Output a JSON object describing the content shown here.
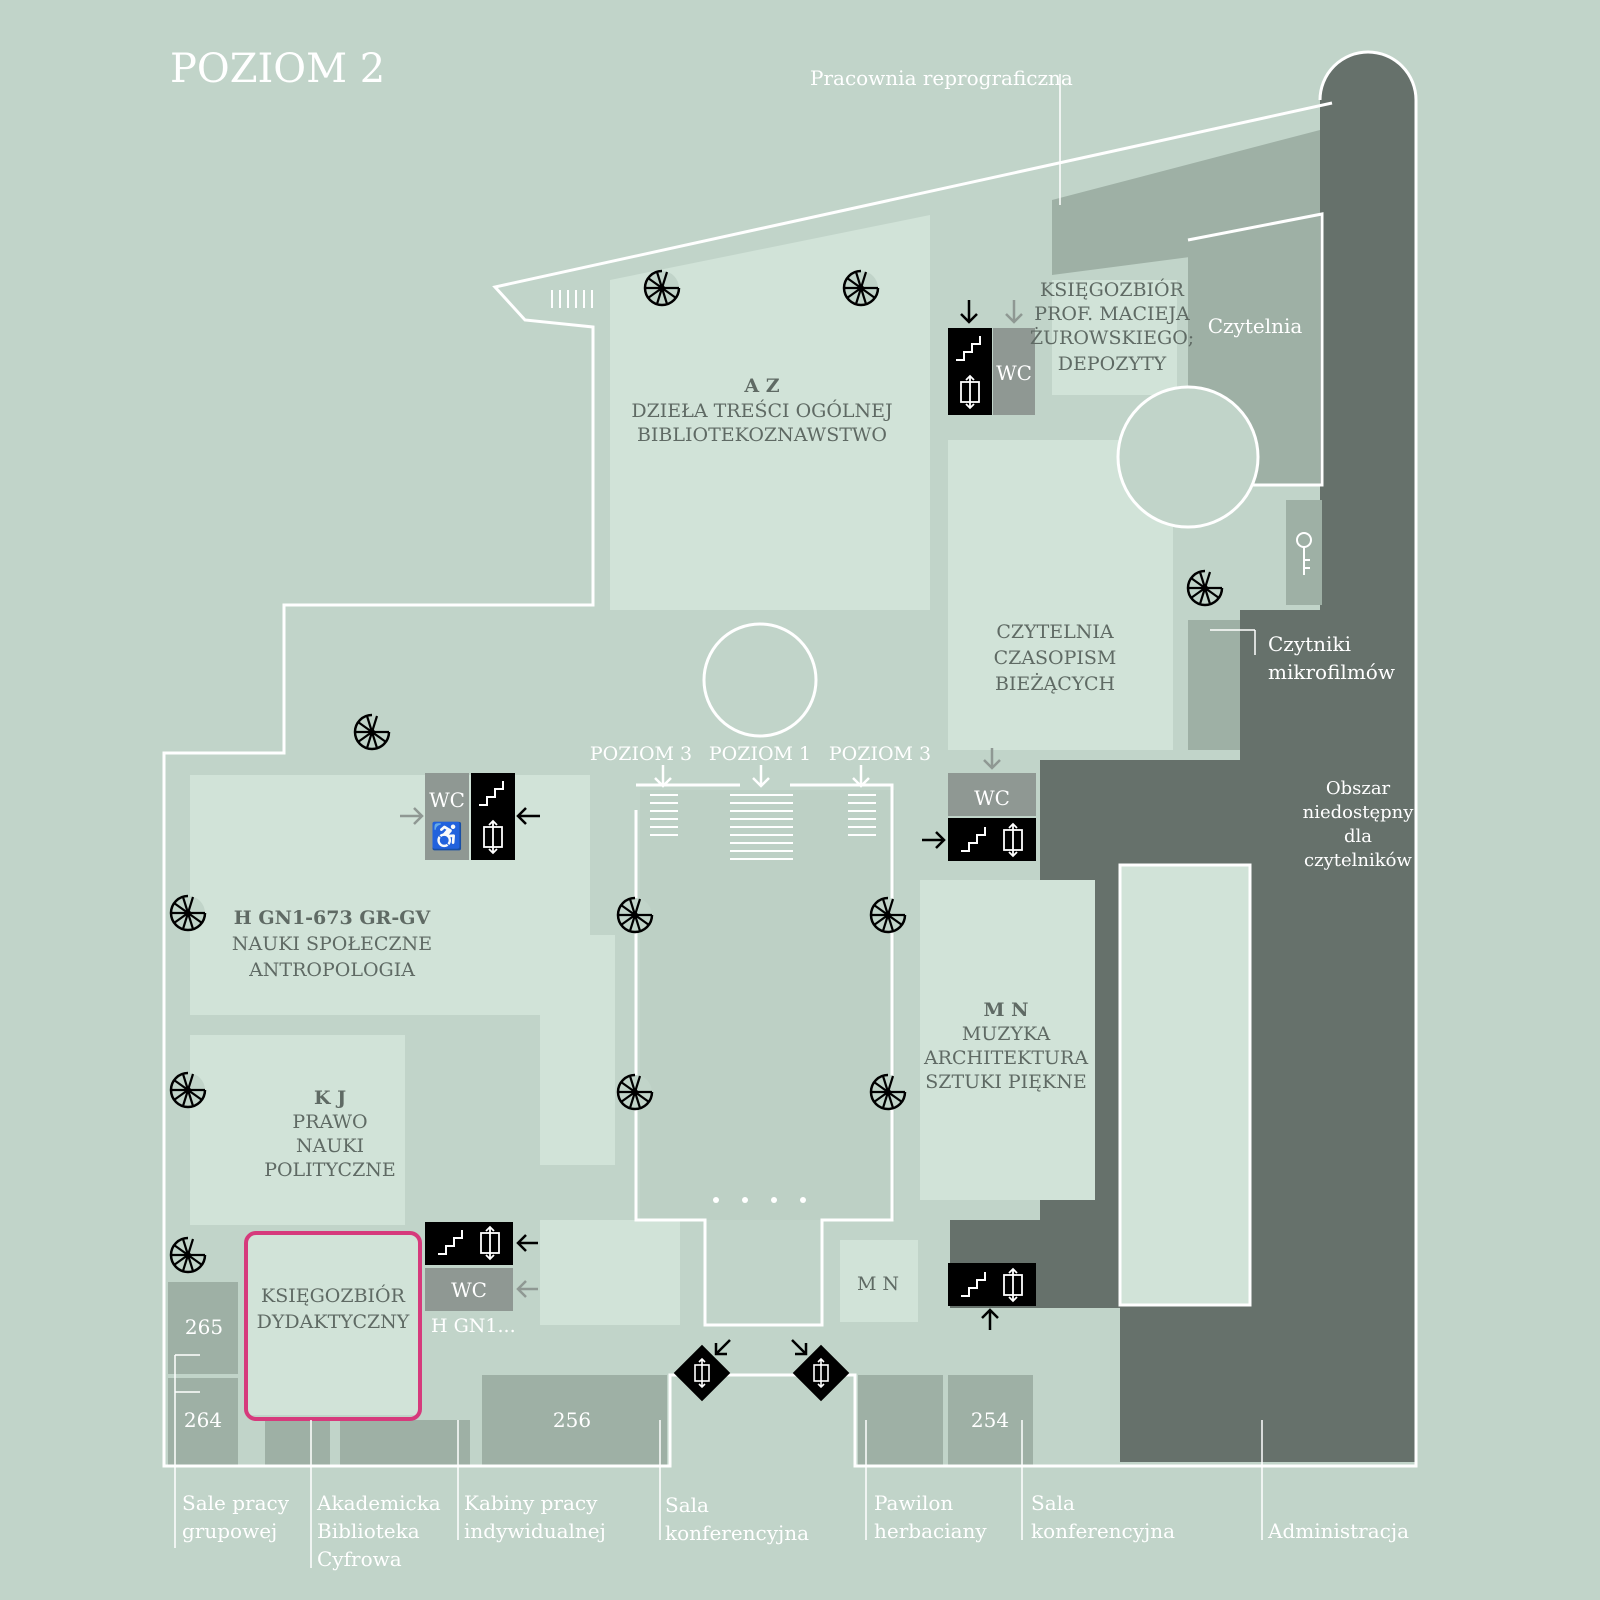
{
  "map": {
    "title": "POZIOM 2",
    "highlight_color": "#d63a7c",
    "colors": {
      "background": "#c1d4c9",
      "room": "#d1e3d8",
      "service": "#9eb0a5",
      "restricted": "#66716b",
      "icon": "#000000",
      "wc": "#8f9893"
    },
    "zones": {
      "az": {
        "code": "A Z",
        "lines": [
          "DZIEŁA TREŚCI OGÓLNEJ",
          "BIBLIOTEKOZNAWSTWO"
        ]
      },
      "h": {
        "code": "H GN1-673 GR-GV",
        "lines": [
          "NAUKI SPOŁECZNE",
          "ANTROPOLOGIA"
        ]
      },
      "kj": {
        "code": "K J",
        "lines": [
          "PRAWO",
          "NAUKI",
          "POLITYCZNE"
        ]
      },
      "mn": {
        "code": "M N",
        "lines": [
          "MUZYKA",
          "ARCHITEKTURA",
          "SZTUKI PIĘKNE"
        ]
      },
      "mn_small": "M N",
      "ksiegozbior_zur": [
        "KSIĘGOZBIÓR",
        "PROF. MACIEJA",
        "ŻUROWSKIEGO;",
        "DEPOZYTY"
      ],
      "czytelnia": "Czytelnia",
      "czasopisma": [
        "CZYTELNIA",
        "CZASOPISM",
        "BIEŻĄCYCH"
      ],
      "dydaktyczny": [
        "KSIĘGOZBIÓR",
        "DYDAKTYCZNY"
      ],
      "h_small": "H GN1...",
      "restricted": [
        "Obszar",
        "niedostępny",
        "dla",
        "czytelników"
      ]
    },
    "stairs": {
      "left": "POZIOM 3",
      "center": "POZIOM 1",
      "right": "POZIOM 3"
    },
    "wc_label": "WC",
    "rooms": {
      "r265": "265",
      "r264": "264",
      "r256": "256",
      "r254": "254"
    },
    "callouts": {
      "pracownia": "Pracownia reprograficzna",
      "czytniki": [
        "Czytniki",
        "mikrofilmów"
      ],
      "sale_pracy": [
        "Sale pracy",
        "grupowej"
      ],
      "akademicka": [
        "Akademicka",
        "Biblioteka",
        "Cyfrowa"
      ],
      "kabiny": [
        "Kabiny pracy",
        "indywidualnej"
      ],
      "sala1": [
        "Sala",
        "konferencyjna"
      ],
      "pawilon": [
        "Pawilon",
        "herbaciany"
      ],
      "sala2": [
        "Sala",
        "konferencyjna"
      ],
      "administracja": "Administracja"
    },
    "icons": [
      "spiral-staircase-icon",
      "stairs-icon",
      "elevator-icon",
      "wc-icon",
      "wheelchair-icon",
      "arrow-icon",
      "key-icon"
    ]
  }
}
